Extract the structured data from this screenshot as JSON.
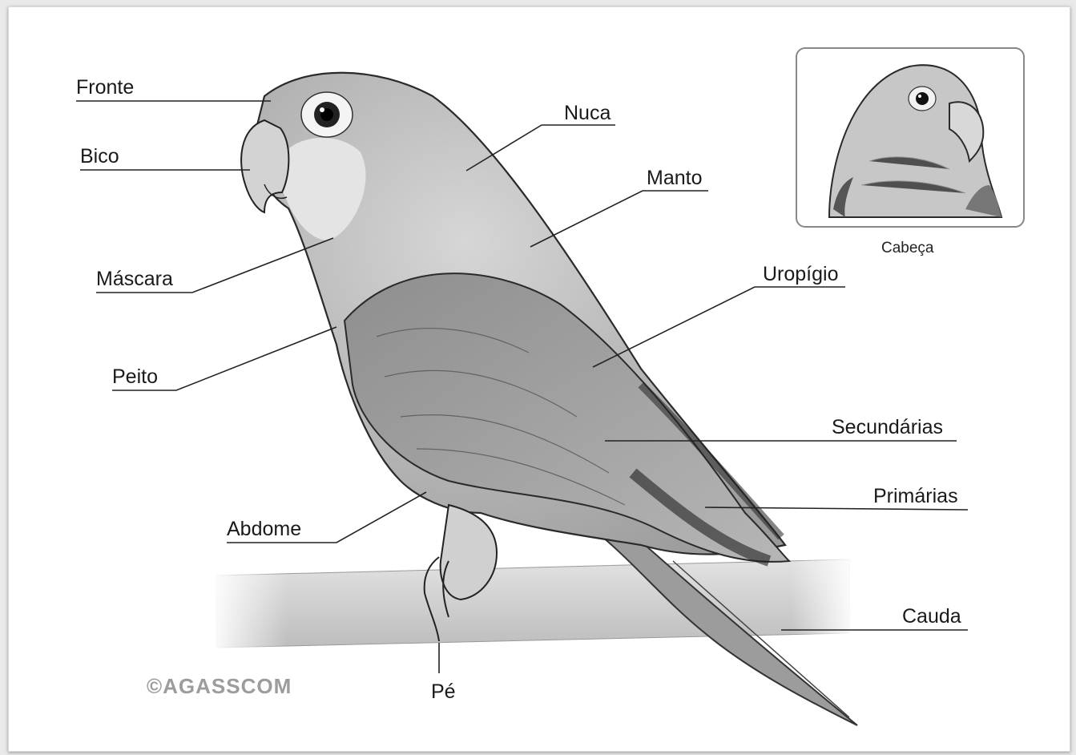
{
  "labels": {
    "fronte": "Fronte",
    "bico": "Bico",
    "mascara": "Máscara",
    "peito": "Peito",
    "abdome": "Abdome",
    "pe": "Pé",
    "nuca": "Nuca",
    "manto": "Manto",
    "uropigio": "Uropígio",
    "secundarias": "Secundárias",
    "primarias": "Primárias",
    "cauda": "Cauda"
  },
  "inset": {
    "caption": "Cabeça"
  },
  "watermark": "©AGASSCOM",
  "colors": {
    "line": "#222222",
    "bird_body": "#bdbdbd",
    "bird_dark": "#6e6e6e",
    "background": "#ffffff"
  }
}
